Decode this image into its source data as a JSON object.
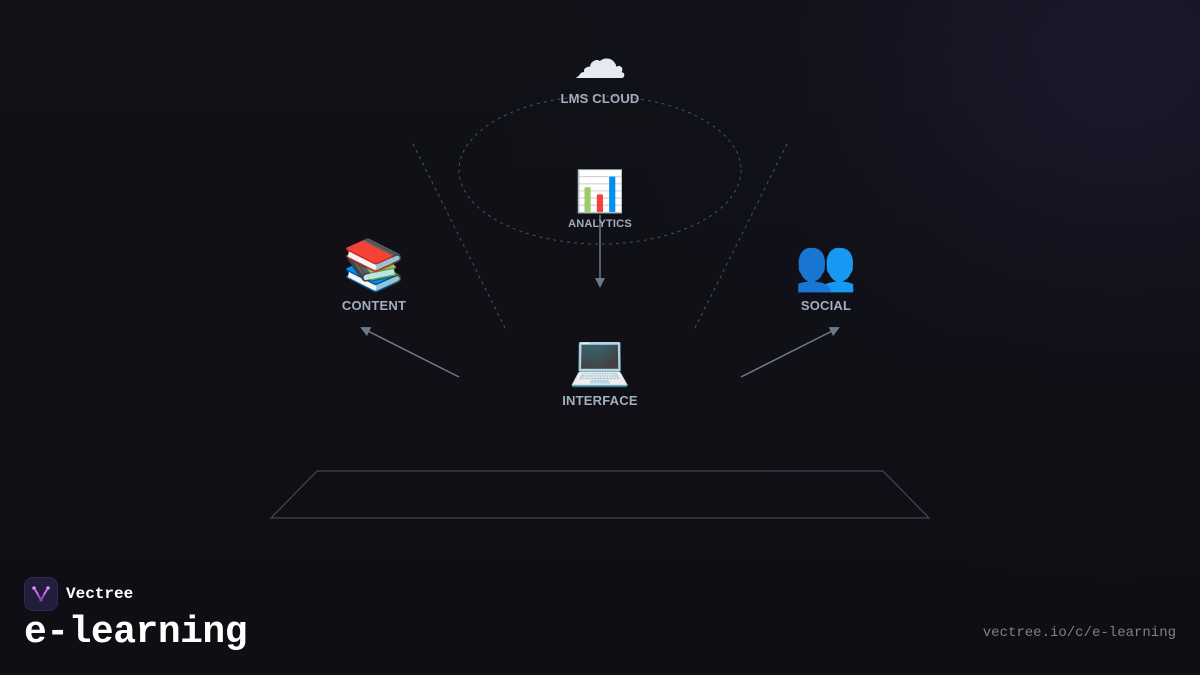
{
  "diagram": {
    "nodes": [
      {
        "id": "lms-cloud",
        "label": "LMS CLOUD",
        "icon": "cloud-icon",
        "glyph": "☁"
      },
      {
        "id": "analytics",
        "label": "ANALYTICS",
        "icon": "bar-chart-icon",
        "glyph": "📊"
      },
      {
        "id": "content",
        "label": "CONTENT",
        "icon": "books-icon",
        "glyph": "📚"
      },
      {
        "id": "social",
        "label": "SOCIAL",
        "icon": "users-icon",
        "glyph": "👥"
      },
      {
        "id": "interface",
        "label": "INTERFACE",
        "icon": "laptop-icon",
        "glyph": "💻"
      }
    ],
    "edges": [
      {
        "from": "analytics",
        "to": "interface"
      },
      {
        "from": "interface",
        "to": "content"
      },
      {
        "from": "interface",
        "to": "social"
      }
    ]
  },
  "brand": {
    "name": "Vectree",
    "logo_icon": "vectree-logo-icon"
  },
  "page": {
    "title": "e-learning",
    "url": "vectree.io/c/e-learning"
  },
  "colors": {
    "background": "#0f0f14",
    "label": "#a3adbd",
    "line": "#6b7a8f",
    "dashed": "#4a5160",
    "brand_accent": "#b14fd6"
  }
}
